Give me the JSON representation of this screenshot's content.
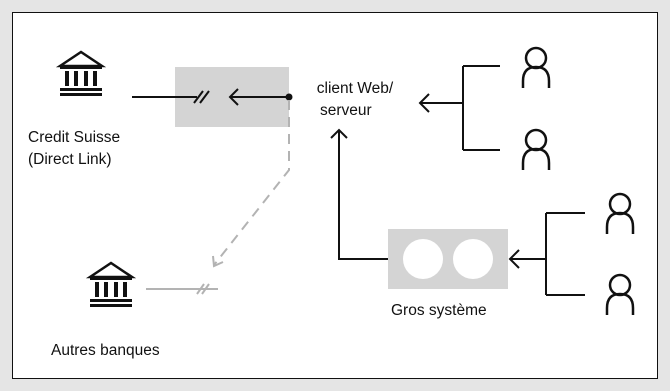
{
  "nodes": {
    "credit_suisse": {
      "line1": "Credit Suisse",
      "line2": "(Direct Link)",
      "icon": "bank-icon"
    },
    "client_web": {
      "line1": "client Web/",
      "line2": "serveur"
    },
    "autres_banques": {
      "label": "Autres banques",
      "icon": "bank-icon"
    },
    "gros_systeme": {
      "label": "Gros système",
      "icon": "mainframe-icon"
    }
  },
  "users": {
    "icon": "user-icon",
    "count_top_group": 2,
    "count_bottom_group": 2
  },
  "colors": {
    "line": "#111111",
    "dashed": "#b3b3b3",
    "box": "#d4d4d4",
    "frame": "#e5e5e5"
  }
}
